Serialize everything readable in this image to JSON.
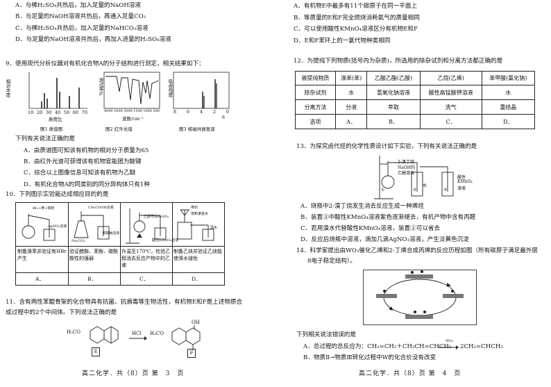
{
  "left": {
    "q8_options": [
      "A．与稀H₂SO₄共热后，加入足量的NaOH溶液",
      "B．与足量的NaOH溶液共热后，再通入足量CO₂",
      "C．与稀H₂SO₄共热后，加入足量的NaHCO₃溶液",
      "D．与足量的NaOH溶液共热后，再加入适量的H₂SO₄溶液"
    ],
    "q9_stem": "9．使用现代分析仪器对有机化合物A的分子结构进行测定，相关结果如下：",
    "q9_fig_captions": [
      "图1 质谱图",
      "图2 红外光谱",
      "图3 核磁共振氢谱"
    ],
    "q9_fig1_ylabel": "相对丰度",
    "q9_fig1_x_ticks": [
      "10",
      "20",
      "30",
      "40",
      "50",
      "60",
      "70"
    ],
    "q9_fig1_xlabel": "质荷比",
    "q9_fig2_ylabel": "透过率%",
    "q9_fig2_xlabel": "波数/cm⁻¹",
    "q9_fig2_x_ticks": [
      "4000",
      "3000",
      "2000",
      "1500",
      "1000",
      "500"
    ],
    "q9_fig3_ylabel": "吸收强度",
    "q9_fig3_x_ticks": [
      "8",
      "6",
      "4",
      "2",
      "0"
    ],
    "q9_fig3_xlabel": "δ",
    "q9_question": "下列有关说法正确的是",
    "q9_options": [
      "A．由质谱图可知该有机物的相对分子质量为65",
      "B．由红外光谱可获得该有机物官能团为醚键",
      "C．综合以上图像信息可知该有机物为乙醚",
      "D．有机化合物A的同类别的同分异构体只有1种"
    ],
    "q10_stem": "10．下列图示实验能达成相应目的的是",
    "q10_fig_labels": {
      "a1": "Br₂+苯+铁粉",
      "a2": "AgNO₃溶液",
      "b1": "CH₃COOH溶液",
      "b2": "Na₂CO₃",
      "b3": "苯酚钠溶液",
      "c1": "乙醇与浓H₂SO₄",
      "c2": "酸性KMnO₄溶液",
      "d1": "电石",
      "d2": "饱和食盐水",
      "d3": "溴水"
    },
    "q10_table": [
      [
        "制备溴苯并验证有HBr产生",
        "验证醋酸、苯酚、碳酸酸性的强弱",
        "升温至170℃，检验乙醇消去反应产物中的乙烯",
        "制备乙炔并验证乙炔能使溴水褪色"
      ],
      [
        "A．",
        "B．",
        "C．",
        "D．"
      ]
    ],
    "q11_stem_1": "11．含有两性苯醌骨架的化合物具有抗菌、抗病毒等生物活性，有机物E和F是上述物质合",
    "q11_stem_2": "成过程中的2个中间体。下列说法正确的是",
    "q11_reagent": "HCl",
    "q11_sub_e": "H₃CO",
    "q11_sub_f": "H₃CO",
    "q11_oh": "OH",
    "q11_label_e": "E",
    "q11_label_f": "F",
    "footer": "高二化学．共（8）页 第　3　页"
  },
  "right": {
    "q11_options": [
      "A．有机物E中最多有11个碳原子在同一平面上",
      "B．等质量的E和F完全燃烧消耗氧气的质量相同",
      "C．可以使用酸性KMnO₄溶液区分有机物E和F",
      "D．E和F苯环上的一氯代物种类相同"
    ],
    "q12_stem": "12．为提纯下列物质(括号内为杂质)，所选用的除杂试剂和分离方法都正确的是",
    "q12_table": [
      [
        "被提纯物质",
        "溴苯(苯)",
        "乙酸乙酯(乙酸)",
        "乙烷(乙烯)",
        "苯甲酸(氯化钠)"
      ],
      [
        "除杂试剂",
        "水",
        "氢氧化钠溶液",
        "酸性高锰酸钾溶液",
        "水"
      ],
      [
        "分离方法",
        "分液",
        "萃取",
        "洗气",
        "重结晶"
      ],
      [
        "选项",
        "A．",
        "B．",
        "C．",
        "D．"
      ]
    ],
    "q13_stem": "13．为探究卤代烃的化学性质设计如下实验，下列有关说法正确的是",
    "q13_fig_labels": {
      "l1": "2-溴丁烷",
      "l2": "NaOH的",
      "l3": "乙醇溶液",
      "n1": "①",
      "n2": "②",
      "n3": "③",
      "water": "水",
      "k1": "酸性",
      "k2": "KMnO₄",
      "k3": "溶液"
    },
    "q13_options": [
      "A．烧瓶中2-溴丁烷发生消去反应生成一种烯烃",
      "B．装置③中酸性KMnO₄溶液紫色逐渐褪去，有机产物中含有丙醛",
      "C．若用溴水代替酸性KMnO₄溶液，装置②可以省去",
      "D．反应后烧瓶中溶液，滴加几滴AgNO₃溶液，产生淡黄色沉淀"
    ],
    "q14_stem_1": "14．科学家提出由WO₃催化乙烯和2-丁烯合成丙烯的反应历程如图（所有碳原子满足最外层",
    "q14_stem_2": "8电子稳定结构）。",
    "q14_question": "下列相关说法错误的是",
    "q14_options": [
      "A．总过程的总反应为：CH₂=CH₂＋CH₃CH=CHCH₃",
      "B．物质Ⅱ→物质Ⅲ转化过程中W的化合价没有改变"
    ],
    "q14_product": "2CH₂=CHCH₃",
    "q14_catalyst": "WO₃",
    "footer": "高二化学．共（8）页 第　4　页"
  }
}
